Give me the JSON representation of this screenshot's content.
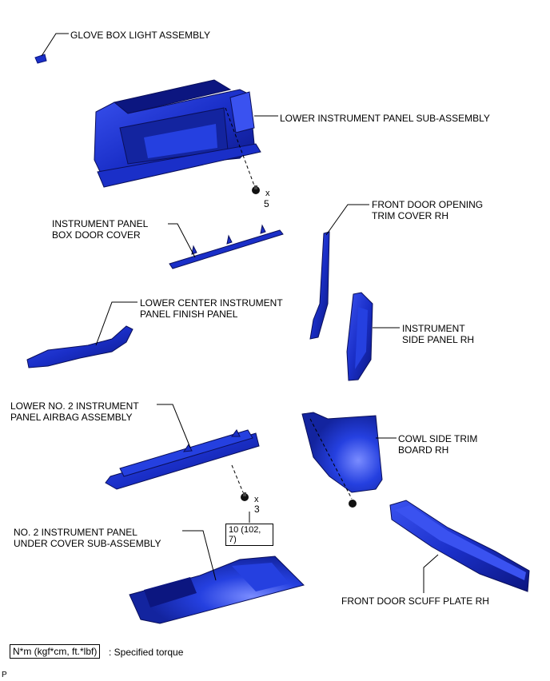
{
  "labels": {
    "glove_box_light": "GLOVE BOX LIGHT ASSEMBLY",
    "lower_instrument_panel": "LOWER INSTRUMENT PANEL SUB-ASSEMBLY",
    "front_door_opening_trim_1": "FRONT DOOR OPENING",
    "front_door_opening_trim_2": "TRIM COVER RH",
    "box_door_cover_1": "INSTRUMENT PANEL",
    "box_door_cover_2": "BOX DOOR COVER",
    "lower_center_finish_1": "LOWER CENTER INSTRUMENT",
    "lower_center_finish_2": "PANEL FINISH PANEL",
    "instrument_side_panel_1": "INSTRUMENT",
    "instrument_side_panel_2": "SIDE PANEL RH",
    "airbag_1": "LOWER NO. 2 INSTRUMENT",
    "airbag_2": "PANEL AIRBAG ASSEMBLY",
    "cowl_side_trim_1": "COWL SIDE TRIM",
    "cowl_side_trim_2": "BOARD RH",
    "under_cover_1": "NO. 2 INSTRUMENT PANEL",
    "under_cover_2": "UNDER COVER SUB-ASSEMBLY",
    "scuff_plate": "FRONT DOOR SCUFF PLATE RH"
  },
  "fasteners": {
    "upper_x": "x",
    "upper_count": "5",
    "lower_x": "x",
    "lower_count": "3"
  },
  "torque_spec": {
    "line1": "10 (102,",
    "line2": "7)"
  },
  "legend": {
    "box_text": "N*m (kgf*cm, ft.*lbf)",
    "description": ": Specified torque"
  },
  "corner_mark": "P",
  "colors": {
    "part_fill": "#1a2fc8",
    "part_dark": "#0c1680",
    "part_light": "#4d63ff",
    "line": "#000000"
  }
}
